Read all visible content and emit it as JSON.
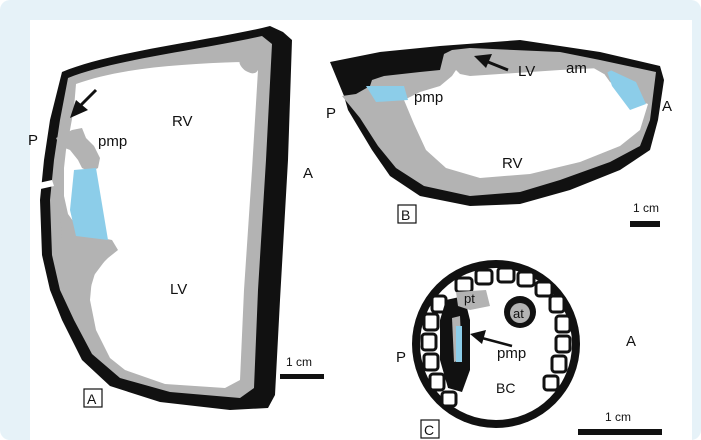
{
  "colors": {
    "black": "#111111",
    "gray": "#b3b3b3",
    "blue": "#8ccde9",
    "frame": "#e6f2f8"
  },
  "panelA": {
    "tag": "A",
    "rv": "RV",
    "lv": "LV",
    "pmp": "pmp",
    "p": "P",
    "a": "A",
    "scale": "1 cm"
  },
  "panelB": {
    "tag": "B",
    "rv": "RV",
    "lv": "LV",
    "pmp": "pmp",
    "am": "am",
    "p": "P",
    "a": "A",
    "scale": "1 cm"
  },
  "panelC": {
    "tag": "C",
    "pt": "pt",
    "at": "at",
    "pmp": "pmp",
    "bc": "BC",
    "p": "P",
    "a": "A",
    "scale": "1 cm"
  }
}
